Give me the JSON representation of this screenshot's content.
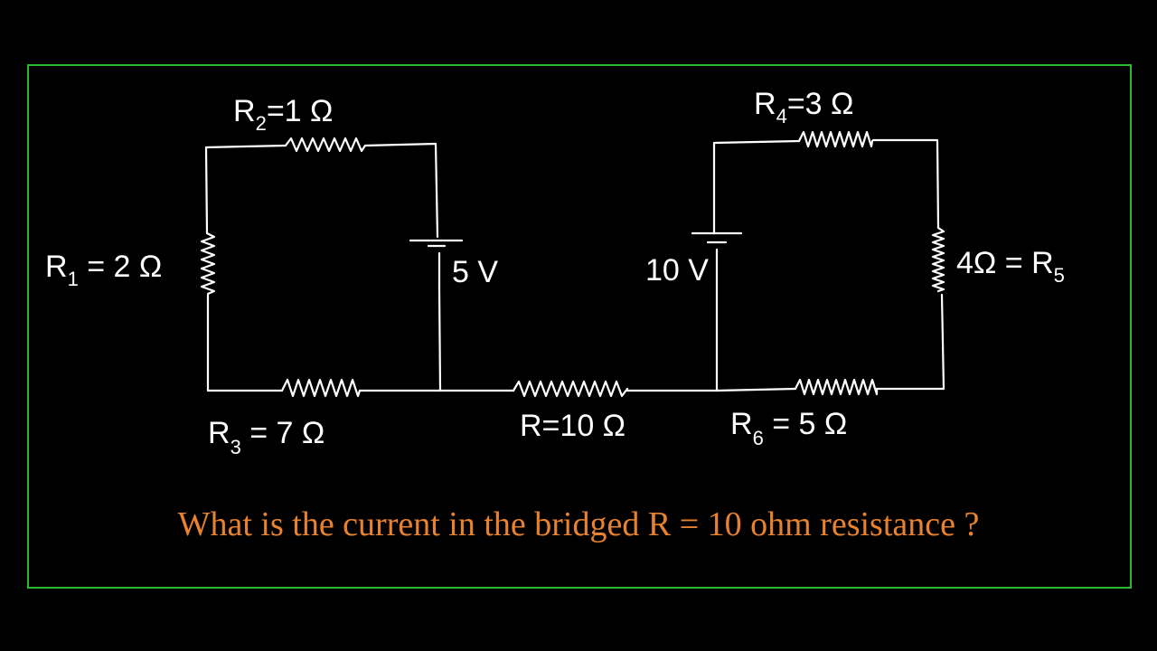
{
  "labels": {
    "r2": {
      "sym": "R",
      "sub": "2",
      "val": "=1 Ω"
    },
    "r1": {
      "sym": "R",
      "sub": "1",
      "val": " = 2 Ω"
    },
    "r3": {
      "sym": "R",
      "sub": "3",
      "val": " = 7 Ω"
    },
    "r": "R=10 Ω",
    "r4": {
      "sym": "R",
      "sub": "4",
      "val": "=3 Ω"
    },
    "r5": {
      "pre": "4Ω = R",
      "sub": "5"
    },
    "r6": {
      "sym": "R",
      "sub": "6",
      "val": " = 5 Ω"
    },
    "v1": "5 V",
    "v2": "10 V"
  },
  "question": "What is the current in the bridged R = 10 ohm resistance ?",
  "colors": {
    "frame": "#2eb82e",
    "question": "#e8822e",
    "ink": "#ffffff",
    "background": "#000000"
  }
}
